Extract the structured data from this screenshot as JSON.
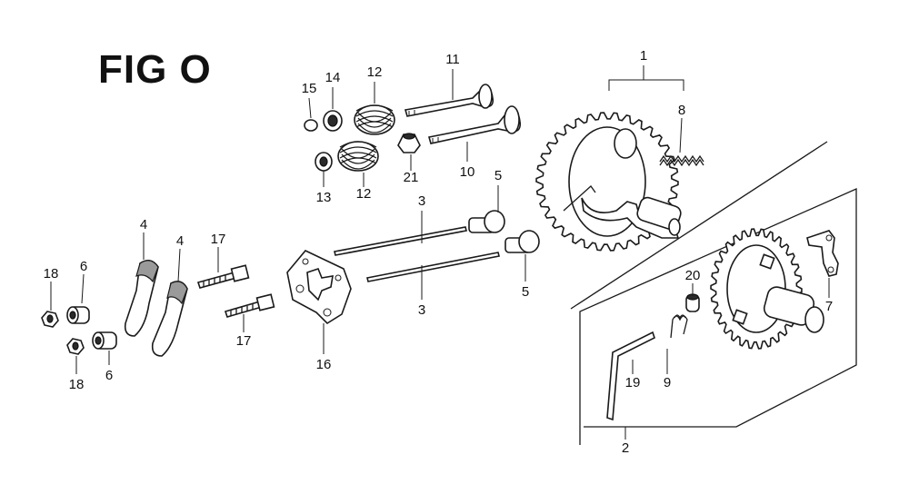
{
  "figure": {
    "title": "FIG O"
  },
  "labels": {
    "l1": "1",
    "l2": "2",
    "l3a": "3",
    "l3b": "3",
    "l4a": "4",
    "l4b": "4",
    "l5a": "5",
    "l5b": "5",
    "l6a": "6",
    "l6b": "6",
    "l7": "7",
    "l8": "8",
    "l9": "9",
    "l10": "10",
    "l11": "11",
    "l12a": "12",
    "l12b": "12",
    "l13": "13",
    "l14": "14",
    "l15": "15",
    "l16": "16",
    "l17a": "17",
    "l17b": "17",
    "l18a": "18",
    "l18b": "18",
    "l19": "19",
    "l20": "20",
    "l21": "21"
  }
}
